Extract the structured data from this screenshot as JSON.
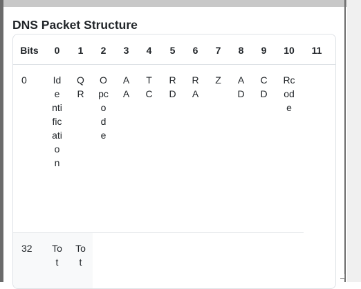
{
  "page": {
    "title": "DNS Packet Structure"
  },
  "table": {
    "columns": [
      "Bits",
      "0",
      "1",
      "2",
      "3",
      "4",
      "5",
      "6",
      "7",
      "8",
      "9",
      "10",
      "11"
    ],
    "rows": [
      {
        "offset": "0",
        "fields": [
          "Identification",
          "QR",
          "Opcode",
          "AA",
          "TC",
          "RD",
          "RA",
          "Z",
          "AD",
          "CD",
          "Rcode"
        ]
      },
      {
        "offset": "32",
        "fields": [
          "Tot",
          "Tot"
        ]
      }
    ]
  }
}
